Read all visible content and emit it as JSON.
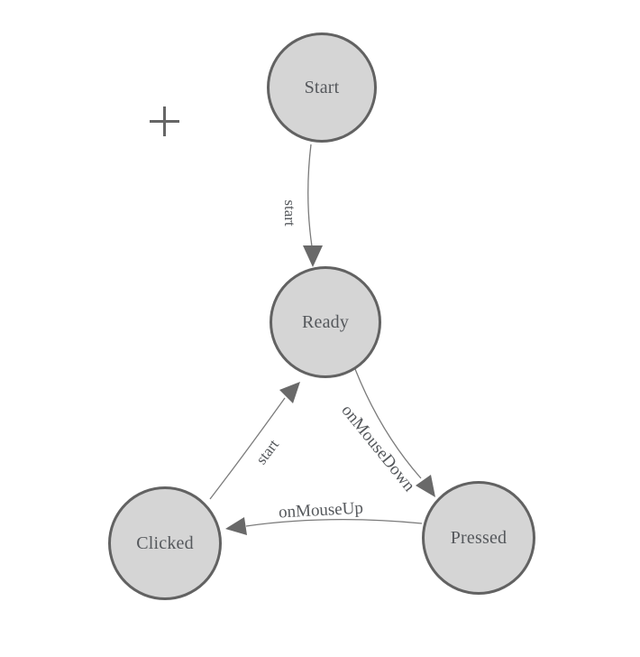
{
  "diagram": {
    "kind": "state-machine",
    "background": "#ffffff",
    "colors": {
      "node_fill": "#d5d5d5",
      "node_border": "#626262",
      "node_text": "#55585c",
      "edge_line": "#7b7b7b",
      "arrowhead_fill": "#696969",
      "edge_text": "#55585c",
      "crosshair": "#666666"
    },
    "nodes": [
      {
        "id": "start",
        "label": "Start"
      },
      {
        "id": "ready",
        "label": "Ready"
      },
      {
        "id": "clicked",
        "label": "Clicked"
      },
      {
        "id": "pressed",
        "label": "Pressed"
      }
    ],
    "edges": [
      {
        "from": "start",
        "to": "ready",
        "label": "start"
      },
      {
        "from": "ready",
        "to": "pressed",
        "label": "onMouseDown"
      },
      {
        "from": "pressed",
        "to": "clicked",
        "label": "onMouseUp"
      },
      {
        "from": "clicked",
        "to": "ready",
        "label": "start"
      }
    ],
    "icons": [
      {
        "name": "crosshair-icon"
      }
    ]
  }
}
